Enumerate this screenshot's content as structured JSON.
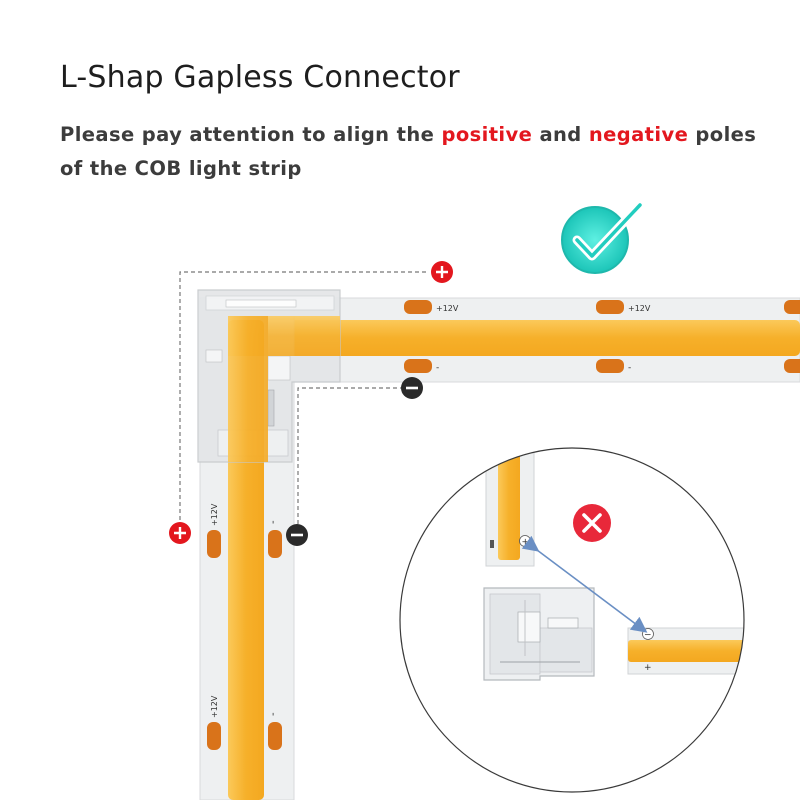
{
  "header": {
    "title": "L-Shap Gapless Connector",
    "subtitle_part1": "Please pay attention to align the ",
    "subtitle_positive": "positive",
    "subtitle_part2": " and ",
    "subtitle_negative": "negative",
    "subtitle_part3": " poles of the COB light strip"
  },
  "strip": {
    "positive_label": "+12V",
    "negative_label": "-",
    "plus_symbol": "+",
    "minus_symbol": "−"
  },
  "detail": {
    "plus_symbol": "+",
    "minus_symbol": "−"
  },
  "colors": {
    "led_yellow": "#f7b52a",
    "pad_orange": "#d9731a",
    "strip_white": "#eef0f1",
    "positive_red": "#e3171e",
    "negative_black": "#2a2a2a",
    "check_teal": "#2fd6c8",
    "error_red": "#e8283a"
  },
  "icons": {
    "correct": "check-circle-icon",
    "wrong": "x-circle-icon",
    "positive": "plus-circle-icon",
    "negative": "minus-circle-icon"
  }
}
